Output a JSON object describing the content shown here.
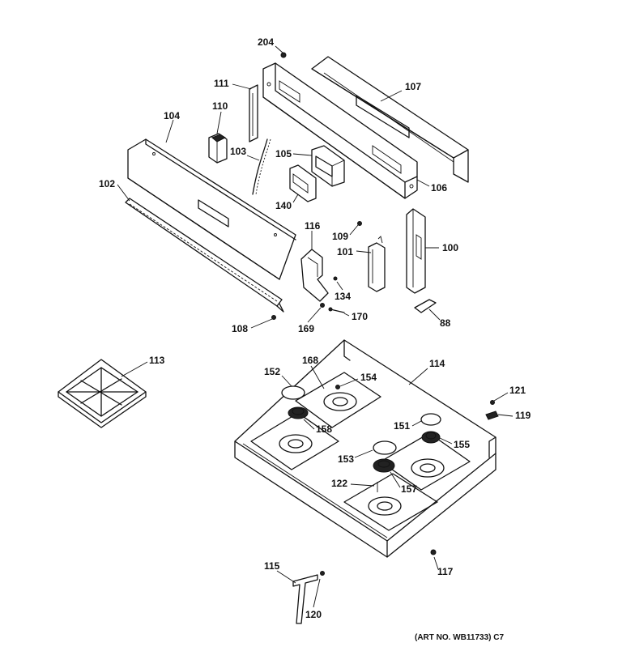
{
  "labels": {
    "p204": "204",
    "p107": "107",
    "p111": "111",
    "p110": "110",
    "p104": "104",
    "p103": "103",
    "p105": "105",
    "p106": "106",
    "p102": "102",
    "p140": "140",
    "p116": "116",
    "p109": "109",
    "p101": "101",
    "p100": "100",
    "p134": "134",
    "p170": "170",
    "p108": "108",
    "p169": "169",
    "p88": "88",
    "p113": "113",
    "p168": "168",
    "p114": "114",
    "p152": "152",
    "p154": "154",
    "p121": "121",
    "p158": "158",
    "p151": "151",
    "p119": "119",
    "p155": "155",
    "p153": "153",
    "p122": "122",
    "p157": "157",
    "p117": "117",
    "p115": "115",
    "p120": "120"
  },
  "art_number": "(ART NO. WB11733) C7"
}
